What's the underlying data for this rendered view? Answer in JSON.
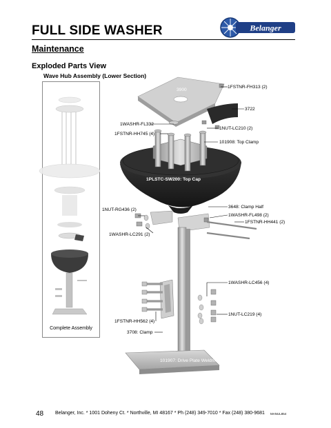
{
  "header": {
    "title": "FULL SIDE WASHER",
    "logo_text": "Belanger"
  },
  "section": "Maintenance",
  "subsection": "Exploded Parts View",
  "assembly_title": "Wave Hub Assembly (Lower Section)",
  "thumbnail_caption": "Complete Assembly",
  "parts": {
    "p3900": "3900",
    "fl313": "1FSTNR-FH313 (2)",
    "p3722": "3722",
    "fl332": "1WASHR-FL332",
    "lc210": "1NUT-LC210 (2)",
    "hh745": "1FSTNR-HH745 (4)",
    "clamp101908": "101908: Top Clamp",
    "topcap": "1PLSTC-SW200: Top Cap",
    "clamphalf": "3648: Clamp Half",
    "rg436": "1NUT-RG436 (2)",
    "fl498": "1WASHR-FL498 (2)",
    "hh441": "1FSTNR-HH441 (2)",
    "lc291": "1WASHR-LC291 (2)",
    "lc456": "1WASHR-LC456 (4)",
    "lc219": "1NUT-LC219 (4)",
    "hh562": "1FSTNR-HH562 (4)",
    "clamp3708": "3708: Clamp",
    "driveplate": "101907: Drive Plate Weldment"
  },
  "footer": {
    "page_number": "48",
    "contact": "Belanger, Inc. * 1001 Doheny Ct. * Northville, MI 48167 * Ph (248) 349-7010 * Fax (248) 380-9681",
    "doc_code": "MANUL854"
  },
  "colors": {
    "dark_part": "#2b2b2b",
    "light_part": "#c9c9c9",
    "metal": "#b5b5b5",
    "logo_blue": "#2d5aa8"
  }
}
